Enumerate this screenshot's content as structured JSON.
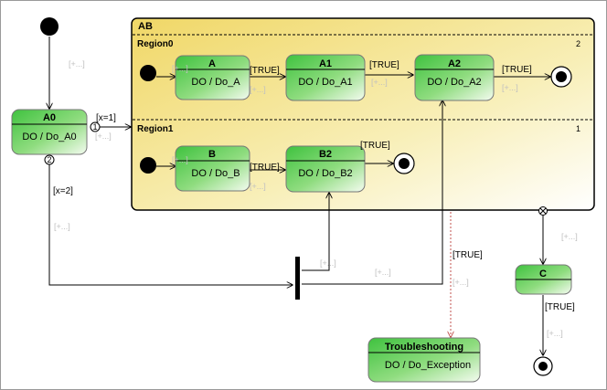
{
  "composite": {
    "name": "AB"
  },
  "regions": [
    {
      "name": "Region0",
      "index": "2"
    },
    {
      "name": "Region1",
      "index": "1"
    }
  ],
  "states": {
    "A0": {
      "name": "A0",
      "activity": "DO / Do_A0"
    },
    "A": {
      "name": "A",
      "activity": "DO / Do_A"
    },
    "A1": {
      "name": "A1",
      "activity": "DO / Do_A1"
    },
    "A2": {
      "name": "A2",
      "activity": "DO / Do_A2"
    },
    "B": {
      "name": "B",
      "activity": "DO / Do_B"
    },
    "B2": {
      "name": "B2",
      "activity": "DO / Do_B2"
    },
    "C": {
      "name": "C",
      "activity": ""
    },
    "Troubleshooting": {
      "name": "Troubleshooting",
      "activity": "DO / Do_Exception"
    }
  },
  "labels": {
    "x1": "[x=1]",
    "x2": "[x=2]",
    "true": "[TRUE]",
    "placeholder": "[+...]",
    "port1": "1",
    "port2": "2"
  },
  "colors": {
    "state_top": "#3fc23f",
    "state_bottom": "#f4fbf0",
    "composite_top": "#f3e07a",
    "composite_bottom": "#ffffff",
    "dashed_transition": "#c0504d"
  }
}
